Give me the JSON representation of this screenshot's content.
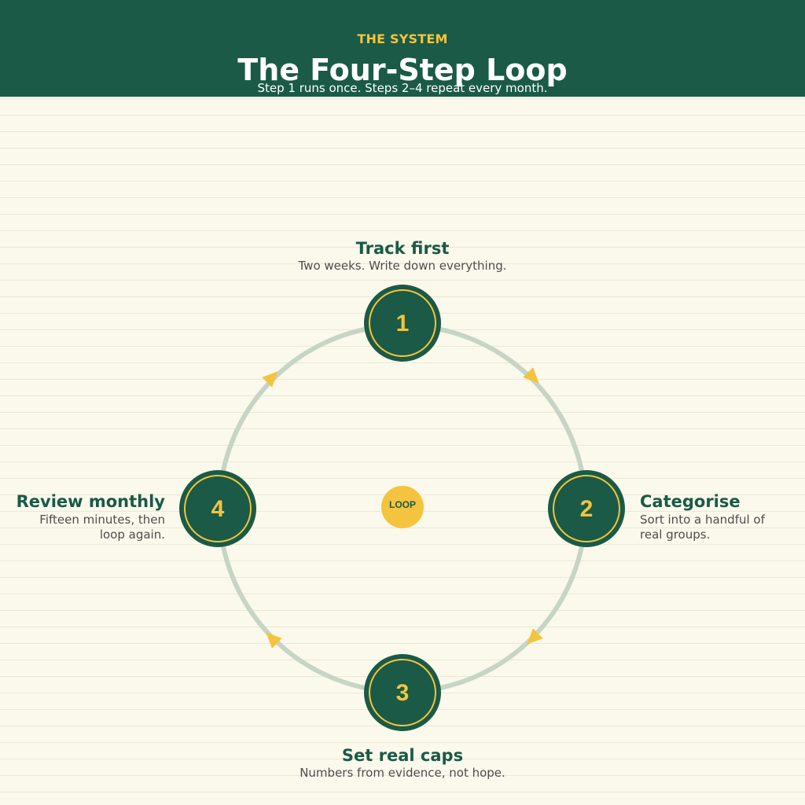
{
  "header": {
    "eyebrow": "THE SYSTEM",
    "title": "The Four-Step Loop",
    "subtitle": "Step 1 runs once. Steps 2–4 repeat every month."
  },
  "center": {
    "label": "LOOP"
  },
  "steps": [
    {
      "number": "1",
      "title": "Track first",
      "description": "Two weeks. Write down everything."
    },
    {
      "number": "2",
      "title": "Categorise",
      "description_lines": [
        "Sort into a handful of",
        "real groups."
      ]
    },
    {
      "number": "3",
      "title": "Set real caps",
      "description": "Numbers from evidence, not hope."
    },
    {
      "number": "4",
      "title": "Review monthly",
      "description_lines": [
        "Fifteen minutes, then",
        "loop again."
      ]
    }
  ],
  "colors": {
    "header_bg": "#1a5a46",
    "accent": "#f4c43e",
    "ring": "#c6d5c5",
    "node": "#1a5a46",
    "page_bg": "#fbf8ec"
  }
}
